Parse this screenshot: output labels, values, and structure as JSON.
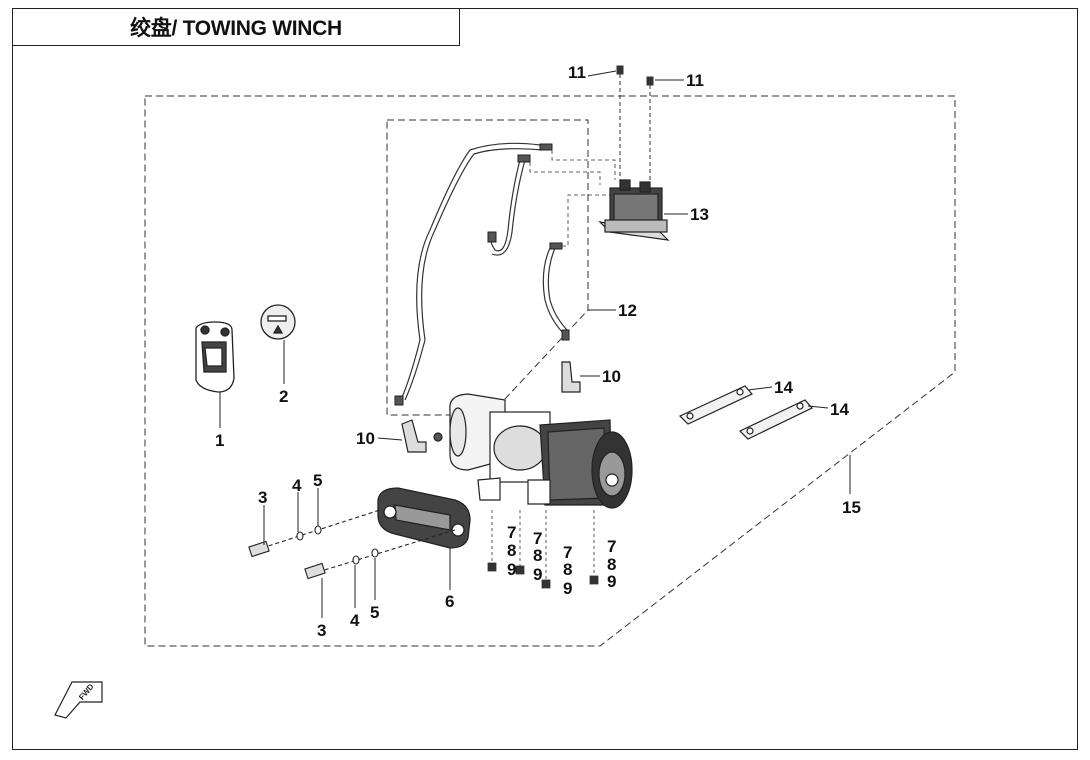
{
  "title": "绞盘/ TOWING WINCH",
  "fwd_label": "FWD",
  "callouts": {
    "c1": "1",
    "c2": "2",
    "c3a": "3",
    "c3b": "3",
    "c4a": "4",
    "c4b": "4",
    "c5a": "5",
    "c5b": "5",
    "c6": "6",
    "c7a": "7",
    "c7b": "7",
    "c7c": "7",
    "c7d": "7",
    "c8a": "8",
    "c8b": "8",
    "c8c": "8",
    "c8d": "8",
    "c9a": "9",
    "c9b": "9",
    "c9c": "9",
    "c9d": "9",
    "c10a": "10",
    "c10b": "10",
    "c11a": "11",
    "c11b": "11",
    "c12": "12",
    "c13": "13",
    "c14a": "14",
    "c14b": "14",
    "c15": "15"
  }
}
